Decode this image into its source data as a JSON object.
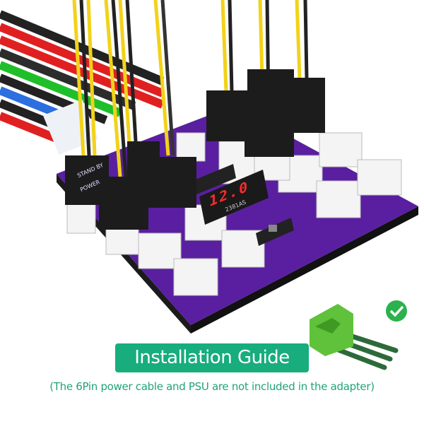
{
  "product": {
    "board_labels": {
      "standby": "STAND BY",
      "power": "POWER"
    },
    "display_reading": "12.0",
    "display_model": "2381AS"
  },
  "banner": {
    "title": "Installation Guide",
    "note": "(The 6Pin power cable and PSU are not included in the adapter)"
  },
  "icons": {
    "check": "check-circle-icon",
    "connector": "green-6pin-connector"
  },
  "colors": {
    "board": "#5a1fa0",
    "banner": "#17ad7d",
    "caption": "#22a37a",
    "check": "#2bb24c",
    "connector": "#5fc23a"
  }
}
